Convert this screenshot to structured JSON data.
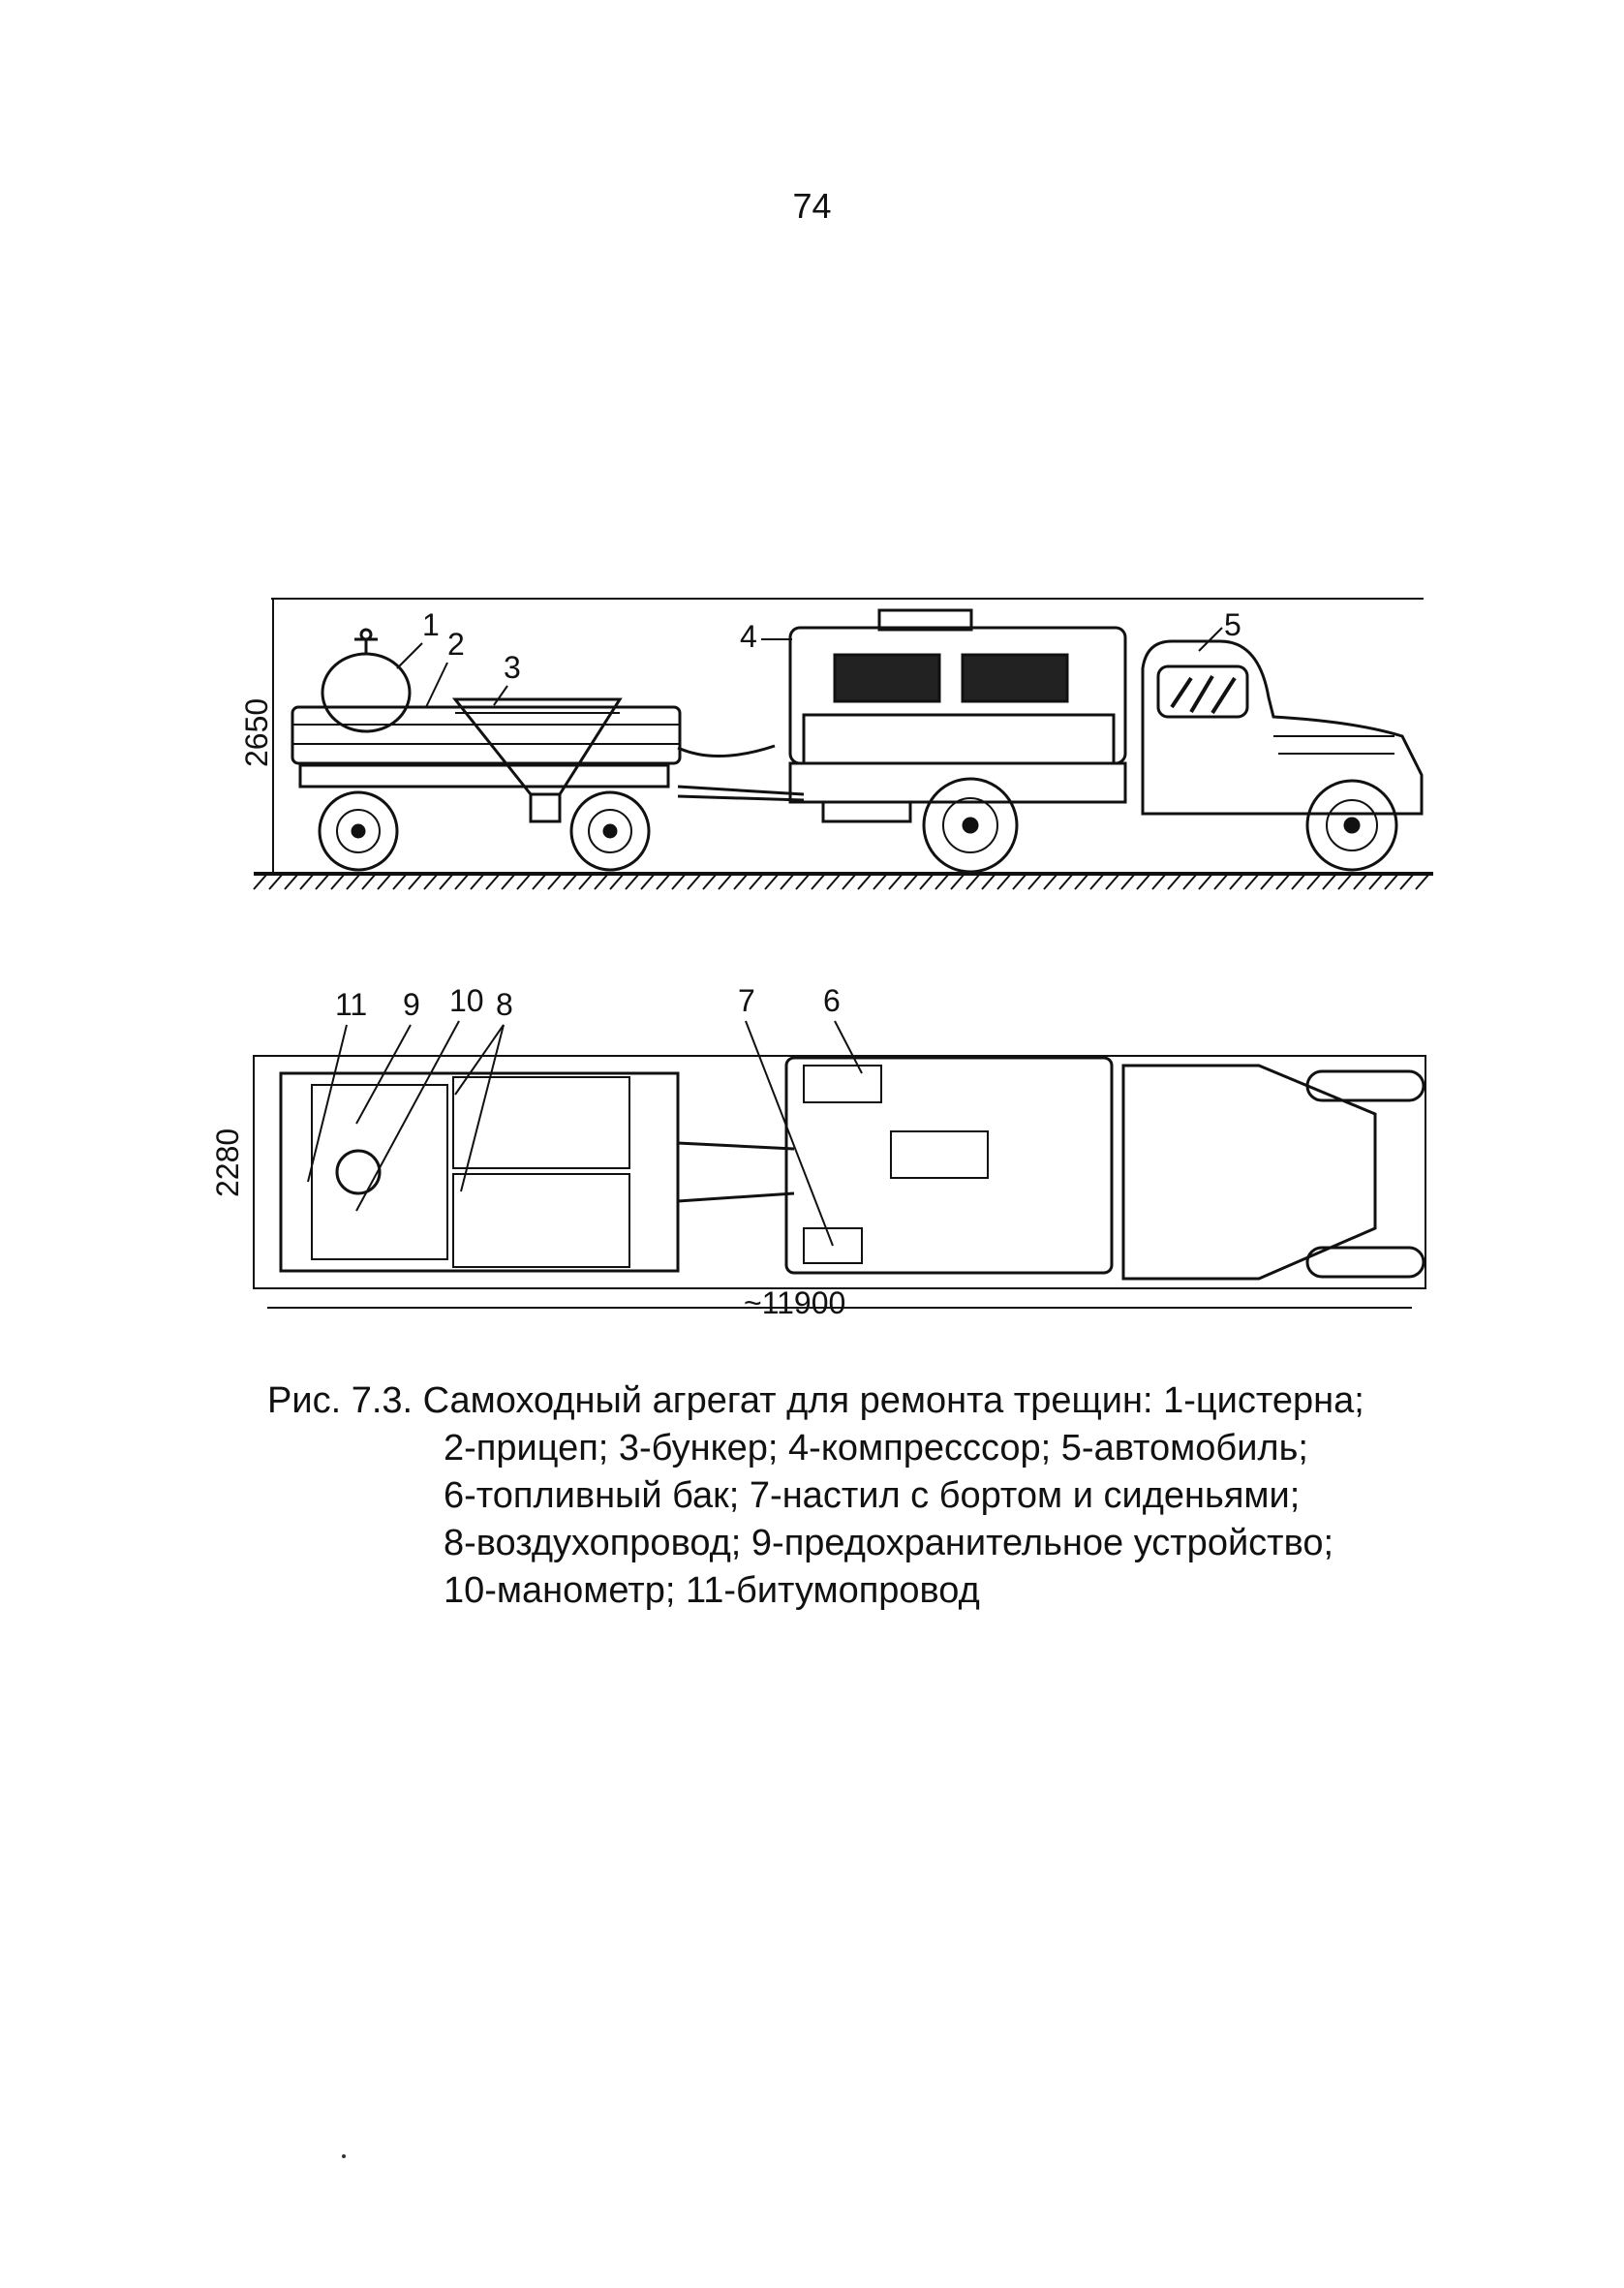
{
  "page_number": "74",
  "side_view": {
    "height_dimension": "2650",
    "labels": [
      "1",
      "2",
      "3",
      "4",
      "5"
    ]
  },
  "top_view": {
    "width_dimension": "2280",
    "length_dimension": "~11900",
    "labels": [
      "11",
      "9",
      "10",
      "8",
      "7",
      "6"
    ]
  },
  "caption": {
    "line1": "Рис. 7.3. Самоходный агрегат для ремонта трещин: 1-цистерна;",
    "line2": "2-прицеп;   3-бункер;   4-компресссор;  5-автомобиль;",
    "line3": "6-топливный   бак;   7-настил  с бортом и сиденьями;",
    "line4": "8-воздухопровод;   9-предохранительное  устройство;",
    "line5": "10-манометр; 11-битумопровод"
  }
}
